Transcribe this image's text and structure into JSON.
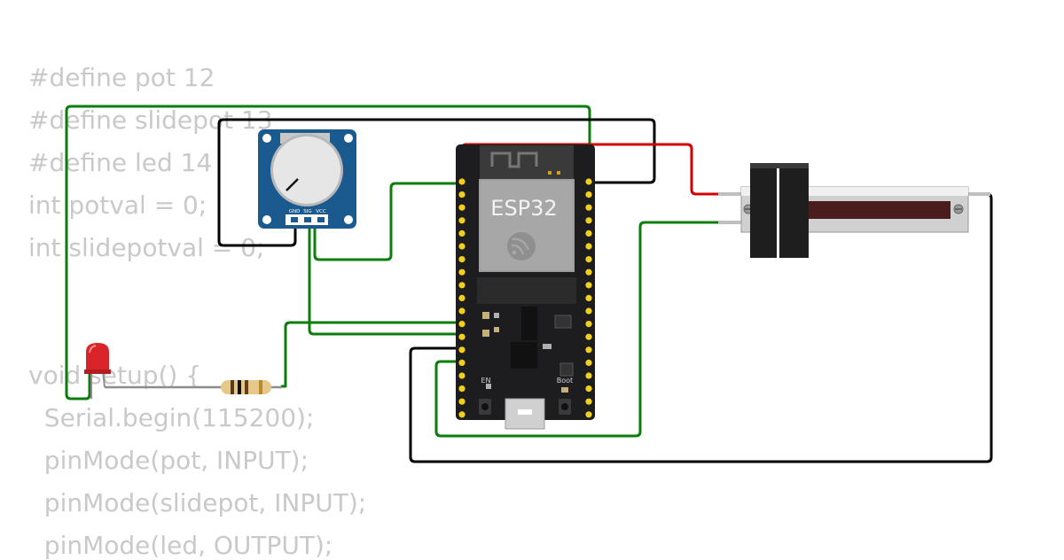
{
  "code": {
    "lines": [
      "#define pot 12",
      "#define slidepot 13",
      "#define led 14",
      "int potval = 0;",
      "int slidepotval = 0;",
      "",
      "",
      "void setup() {",
      "  Serial.begin(115200);",
      "  pinMode(pot, INPUT);",
      "  pinMode(slidepot, INPUT);",
      "  pinMode(led, OUTPUT);"
    ]
  },
  "components": {
    "esp32": {
      "label": "ESP32",
      "button_en": "EN",
      "button_boot": "Boot"
    },
    "potentiometer": {
      "pins": [
        "GND",
        "SIG",
        "VCC"
      ]
    },
    "colors": {
      "wire_signal": "#0a7d0a",
      "wire_power": "#d40000",
      "wire_ground": "#000000",
      "board": "#1d1d1f",
      "pot_module": "#1a5a8e",
      "led": "#d9252a"
    }
  }
}
